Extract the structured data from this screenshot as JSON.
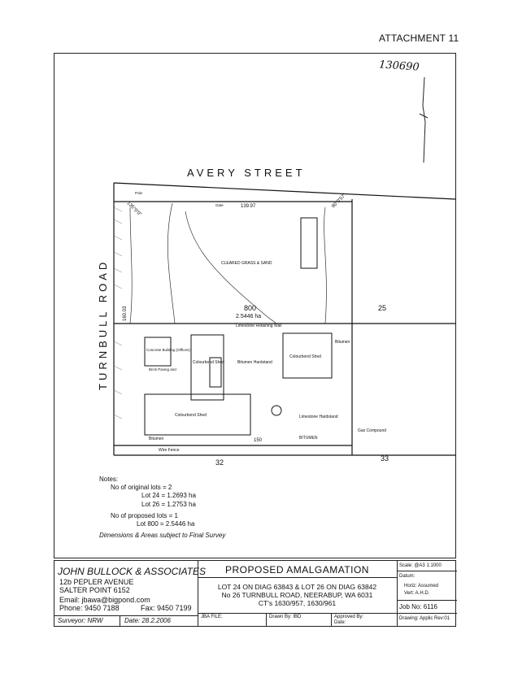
{
  "header": {
    "attachment": "ATTACHMENT 11",
    "handwritten_ref": "130690"
  },
  "plan": {
    "street_north": "AVERY STREET",
    "street_west": "TURNBULL ROAD",
    "lot_number": "800",
    "lot_area": "2.5446 ha",
    "neighbor_east": "25",
    "neighbor_south": "32",
    "neighbor_se": "33",
    "dim_north": "139.97",
    "dim_west": "160.03",
    "dim_south": "150",
    "bearing_nw": "135°0'0\"",
    "bearing_ne": "90°0'57\"",
    "labels": {
      "cleared": "CLEARED GRASS & SAND",
      "limestone_wall": "Limestone Retaining Wall",
      "concrete_building": "Concrete Building (Offices)",
      "colourbond_shed_center": "Colourbond Shed",
      "bitumen_hardstand": "Bitumen Hardstand",
      "colourbond_shed_east": "Colourbond Shed",
      "colourbond_shed_south": "Colourbond Shed",
      "limestone_hardstand": "Limestone Hardstand",
      "bitumen_south": "BITUMEN",
      "bitumen_west": "Bitumen",
      "bitumen_east": "Bitumen",
      "gas_compound": "Gas Compound",
      "wire_fence": "Wire Fence",
      "pole": "Pole",
      "brick_paving": "Brick Paving and",
      "gate": "Gate"
    }
  },
  "notes": {
    "heading": "Notes:",
    "rows": [
      "No of original lots  =  2",
      "Lot 24  =  1.2693 ha",
      "Lot 26  =  1.2753 ha",
      "No of proposed lots  =  1",
      "Lot 800  =  2.5446 ha"
    ],
    "footer": "Dimensions & Areas subject to Final Survey"
  },
  "title_block": {
    "firm": "JOHN BULLOCK & ASSOCIATES",
    "address1": "12b PEPLER AVENUE",
    "address2": "SALTER POINT 6152",
    "email": "Email: jbawa@bigpond.com",
    "phone": "Phone: 9450 7188",
    "fax": "Fax: 9450 7199",
    "surveyor": "Surveyor: NRW",
    "date": "Date: 28.2.2006",
    "title": "PROPOSED AMALGAMATION",
    "lot_line1": "LOT 24 ON DIAG 63843 & LOT 26 ON DIAG 63842",
    "lot_line2": "No 26 TURNBULL ROAD, NEERABUP, WA 6031",
    "lot_line3": "CT's 1630/957, 1630/961",
    "file": "JBA FILE:",
    "drawn_by": "Drawn By: IBD",
    "approved_by": "Approved By:",
    "approved_date": "Date:",
    "scale": "Scale: @A3  1:1000",
    "datum": "Datum:",
    "horiz": "Horiz: Assumed",
    "vert": "Vert: A.H.D.",
    "job_no": "Job No: 6116",
    "drawing": "Drawing: Applic  Rev:01"
  }
}
